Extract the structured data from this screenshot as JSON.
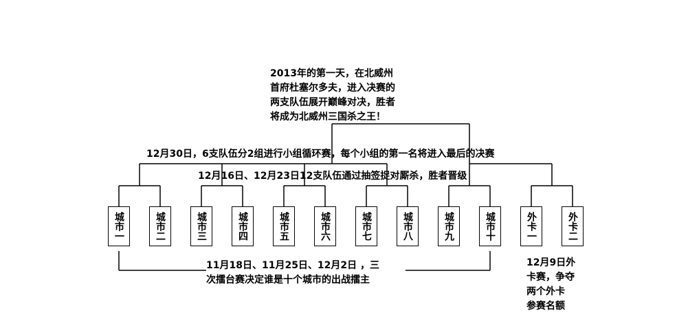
{
  "final_note": "2013年的第一天，在北威州\n首府杜塞尔多夫，进入决赛的\n两支队伍展开巅峰对决，胜者\n将成为北威州三国杀之王！",
  "group_stage_note": "12月30日，6支队伍分2组进行小组循环赛，每个小组的第一名将进入最后的决赛",
  "knockout_note": "12月16日、12月23日12支队伍通过抽签捉对厮杀，胜者晋级",
  "city_qualifier_note": "11月18日、11月25日、12月2日 ，三\n次擂台赛决定谁是十个城市的出战擂主",
  "wildcard_note": "12月9日外\n卡赛，争夺\n两个外卡\n参赛名额",
  "teams": [
    "城市一",
    "城市二",
    "城市三",
    "城市四",
    "城市五",
    "城市六",
    "城市七",
    "城市八",
    "城市九",
    "城市十",
    "外卡一",
    "外卡二"
  ]
}
